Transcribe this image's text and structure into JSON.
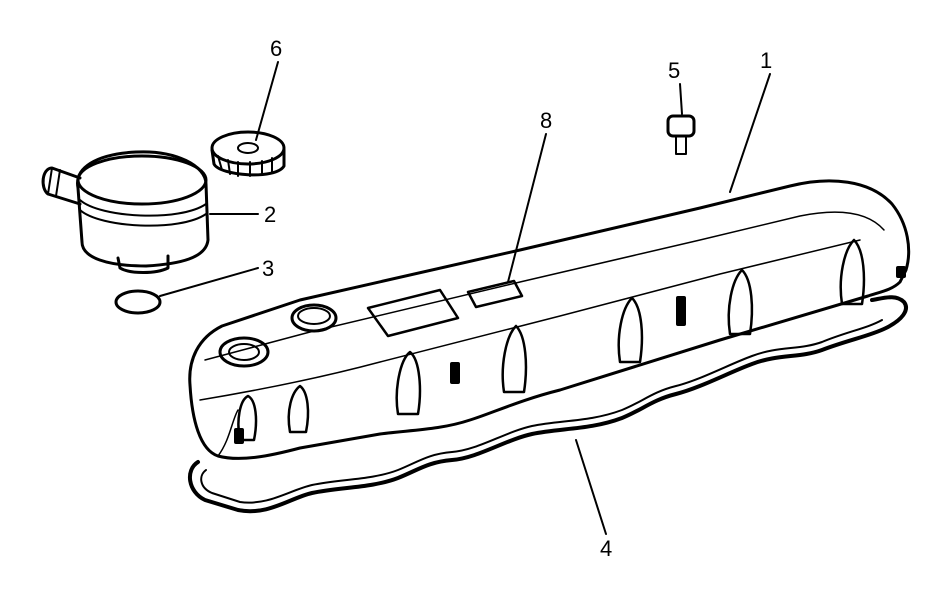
{
  "diagram": {
    "callouts": [
      {
        "id": "1",
        "label": "1",
        "part": "valve-cover"
      },
      {
        "id": "2",
        "label": "2",
        "part": "breather-housing"
      },
      {
        "id": "3",
        "label": "3",
        "part": "o-ring"
      },
      {
        "id": "4",
        "label": "4",
        "part": "cover-gasket"
      },
      {
        "id": "5",
        "label": "5",
        "part": "bolt"
      },
      {
        "id": "6",
        "label": "6",
        "part": "oil-filler-cap"
      },
      {
        "id": "8",
        "label": "8",
        "part": "label-plate"
      }
    ],
    "colors": {
      "ink": "#000000",
      "paper": "#ffffff",
      "shade": "#f2f2f2"
    }
  }
}
